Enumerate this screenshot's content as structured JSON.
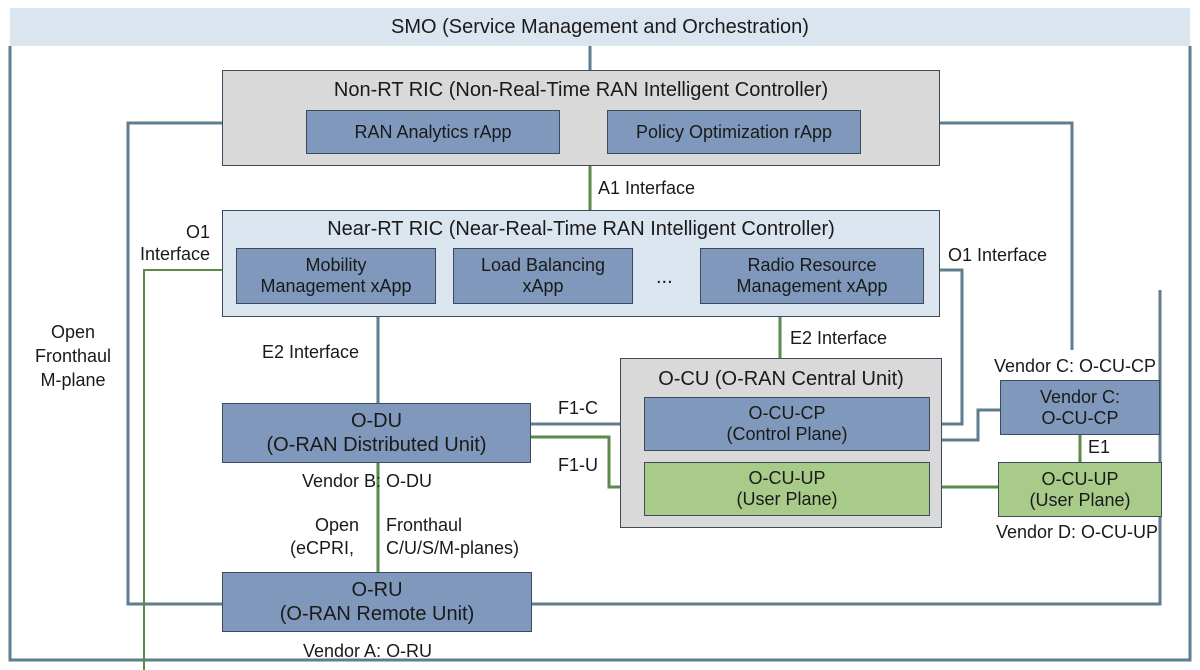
{
  "smo": {
    "title": "SMO (Service Management and Orchestration)"
  },
  "non_rt_ric": {
    "title": "Non-RT RIC (Non-Real-Time RAN Intelligent Controller)",
    "rapp1": "RAN Analytics rApp",
    "rapp2": "Policy Optimization rApp"
  },
  "a1_label": "A1 Interface",
  "near_rt_ric": {
    "title": "Near-RT RIC (Near-Real-Time RAN Intelligent Controller)",
    "xapp1_line1": "Mobility",
    "xapp1_line2": "Management xApp",
    "xapp2_line1": "Load Balancing",
    "xapp2_line2": "xApp",
    "ellipsis": "...",
    "xapp3_line1": "Radio Resource",
    "xapp3_line2": "Management xApp"
  },
  "o1_left_line1": "O1",
  "o1_left_line2": "Interface",
  "o1_right": "O1 Interface",
  "open_fronthaul_mplane": {
    "line1": "Open",
    "line2": "Fronthaul",
    "line3": "M-plane"
  },
  "e2_left": "E2 Interface",
  "e2_right": "E2 Interface",
  "o_du": {
    "line1": "O-DU",
    "line2": "(O-RAN Distributed Unit)",
    "vendor": "Vendor B: O-DU"
  },
  "f1c": "F1-C",
  "f1u": "F1-U",
  "o_cu": {
    "title": "O-CU (O-RAN Central Unit)",
    "cp_line1": "O-CU-CP",
    "cp_line2": "(Control Plane)",
    "up_line1": "O-CU-UP",
    "up_line2": "(User Plane)"
  },
  "vendor_c": {
    "header": "Vendor C: O-CU-CP",
    "line1": "Vendor C:",
    "line2": "O-CU-CP"
  },
  "e1": "E1",
  "vendor_d": {
    "line1": "O-CU-UP",
    "line2": "(User Plane)",
    "footer": "Vendor D: O-CU-UP"
  },
  "fronthaul": {
    "open": "Open",
    "fronthaul": "Fronthaul",
    "ecpri": "(eCPRI,",
    "planes": "C/U/S/M-planes)"
  },
  "o_ru": {
    "line1": "O-RU",
    "line2": "(O-RAN Remote Unit)",
    "vendor": "Vendor A: O-RU"
  },
  "colors": {
    "line_blue": "#5f7d8c",
    "line_green": "#5b8a4a",
    "box_dark": "#7f98bb",
    "box_green": "#a9cb8a",
    "box_gray": "#d9d9d9",
    "box_light": "#dbe5f0"
  }
}
